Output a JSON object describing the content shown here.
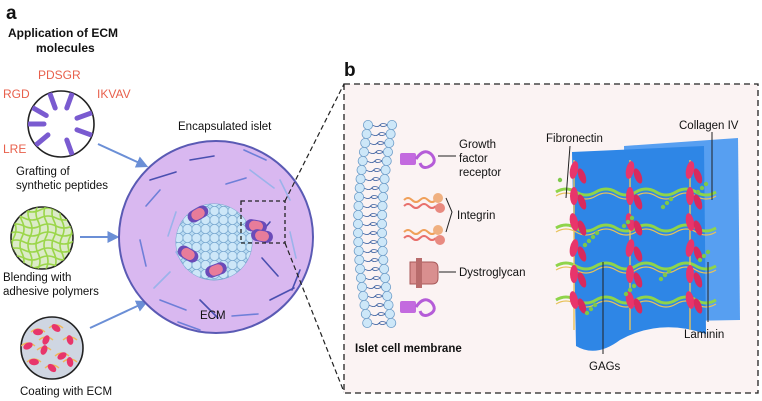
{
  "panel_a": {
    "letter": "a",
    "title_line1": "Application of ECM",
    "title_line2": "molecules",
    "peptides": {
      "pdsgr": "PDSGR",
      "rgd": "RGD",
      "ikvav": "IKVAV",
      "lre": "LRE"
    },
    "grafting_line1": "Grafting of",
    "grafting_line2": "synthetic peptides",
    "blending_line1": "Blending with",
    "blending_line2": "adhesive polymers",
    "coating": "Coating with ECM",
    "encapsulated_islet": "Encapsulated islet",
    "ecm": "ECM"
  },
  "panel_b": {
    "letter": "b",
    "growth_line1": "Growth",
    "growth_line2": "factor",
    "growth_line3": "receptor",
    "integrin": "Integrin",
    "dystroglycan": "Dystroglycan",
    "membrane": "Islet cell membrane",
    "fibronectin": "Fibronectin",
    "collagen": "Collagen IV",
    "laminin": "Laminin",
    "gags": "GAGs"
  },
  "colors": {
    "label_red": "#e8604c",
    "arrow_blue": "#6b8fd6",
    "islet_purple": "#d9b8f0",
    "cell_blue": "#b9dcf2",
    "laminin_pink": "#e8356b",
    "gag_green": "#8fd44a",
    "collagen_blue": "#2e86e6",
    "panel_bg": "#fbf3f3"
  }
}
